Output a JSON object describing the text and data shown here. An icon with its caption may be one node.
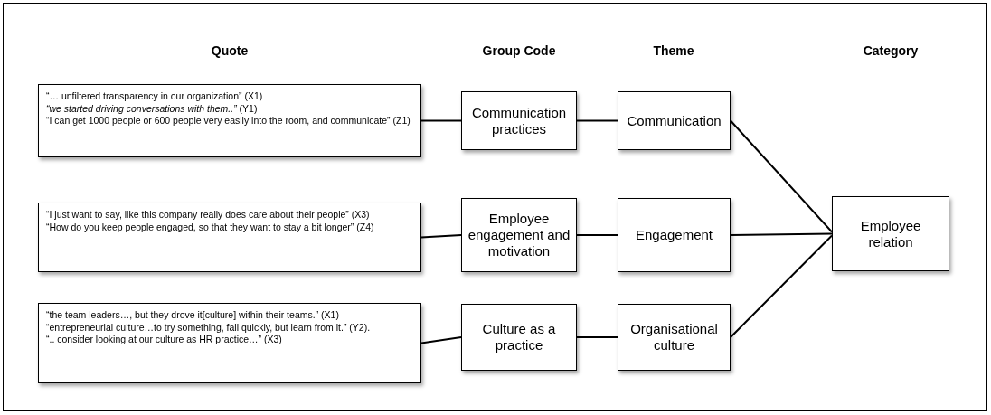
{
  "diagram": {
    "nodes": [
      {
        "text": [
          "“… unfiltered transparency in our organization” (X1)",
          "*“we started driving conversations with them..”* (Y1)",
          "“I can get 1000 people or 600 people very easily into the room, and communicate” (Z1)"
        ]
      },
      {
        "text": [
          "Communication practices"
        ]
      },
      {
        "text": [
          "Communication"
        ]
      },
      {
        "text": [
          "“I just want to say, like this company really does care about their people” (X3)",
          "“How do you keep people engaged, so that they want to stay a bit longer” (Z4)"
        ]
      },
      {
        "text": [
          "Employee engagement and motivation"
        ]
      },
      {
        "text": [
          "Engagement"
        ]
      },
      {
        "text": [
          "“the team leaders…, but they drove it[culture] within their teams.” (X1)",
          "“entrepreneurial culture…to try something, fail quickly, but learn from it.” (Y2).",
          "“.. consider looking at our culture as HR practice…” (X3)"
        ]
      },
      {
        "text": [
          "Culture as a practice"
        ]
      },
      {
        "text": [
          "Organisational culture"
        ]
      },
      {
        "text": [
          "Employee relation"
        ]
      }
    ],
    "edges": [
      {
        "from": 0,
        "to": 1,
        "arrow": "none"
      },
      {
        "from": 1,
        "to": 2,
        "arrow": "none"
      },
      {
        "from": 2,
        "to": 9,
        "arrow": "none"
      },
      {
        "from": 3,
        "to": 4,
        "arrow": "none"
      },
      {
        "from": 4,
        "to": 5,
        "arrow": "none"
      },
      {
        "from": 5,
        "to": 9,
        "arrow": "none"
      },
      {
        "from": 6,
        "to": 7,
        "arrow": "none"
      },
      {
        "from": 7,
        "to": 8,
        "arrow": "none"
      },
      {
        "from": 8,
        "to": 9,
        "arrow": "none"
      }
    ],
    "labels": [
      "Quote",
      "Group Code",
      "Theme",
      "Category"
    ]
  }
}
